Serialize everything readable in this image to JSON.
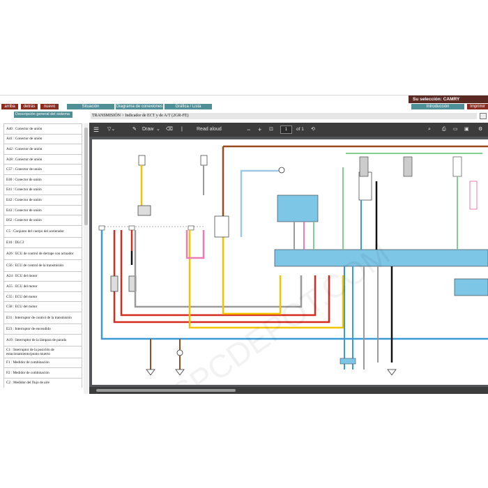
{
  "topbar": {
    "nav_buttons": [
      "arriba",
      "detrás",
      "nuevo"
    ],
    "tabs": [
      "Situación",
      "Diagrama de conexiones",
      "Gráfica / Lista"
    ],
    "selection_label": "Su selección: CAMRY",
    "intro_label": "Introducción",
    "print_label": "Imprimir"
  },
  "left_panel": {
    "header": "Descripción general del sistema",
    "items": [
      "A40 : Conector de unión",
      "A41 : Conector de unión",
      "A42 : Conector de unión",
      "A38 : Conector de unión",
      "C57 : Conector de unión",
      "E40 : Conector de unión",
      "E41 : Conector de unión",
      "E42 : Conector de unión",
      "E43 : Conector de unión",
      "E62 : Conector de unión",
      "C5 : Conjunto del cuerpo del acelerador",
      "E10 : DLC3",
      "A26 : ECU de control de derrape con actuador",
      "C56 : ECU de control de la transmisión",
      "A24 : ECU del motor",
      "A55 : ECU del motor",
      "C55 : ECU del motor",
      "C58 : ECU del motor",
      "E31 : Interruptor de control de la transmisión",
      "E23 : Interruptor de encendido",
      "A19 : Interruptor de la lámpara de parada",
      "C1 : Interruptor de la posición de estacionamiento/punto muerto",
      "F1 : Medidor de combinación",
      "F2 : Medidor de combinación",
      "C2 : Medidor del flujo de aire"
    ]
  },
  "breadcrumb": "TRANSMISIÓN > Indicador de ECT y de A/T (2GR-FE)",
  "pdf_toolbar": {
    "draw_label": "Draw",
    "read_aloud_label": "Read aloud",
    "page_number": "1",
    "page_total": "of 1"
  },
  "colors": {
    "nav_red": "#8b2a1e",
    "tab_teal": "#4f8f98",
    "selection_bg": "#5a2a22",
    "wire_yellow": "#f2c300",
    "wire_red": "#d62a1e",
    "wire_brown": "#9a4a1c",
    "wire_blue": "#3a9bd6",
    "wire_green": "#7fcf8f",
    "wire_pink": "#ef7ab5",
    "wire_gray": "#9a9a9a",
    "wire_black": "#111111",
    "ecu_blue": "#7ec6e6"
  },
  "icons": [
    "menu-icon",
    "filter-icon",
    "draw-icon",
    "eraser-icon",
    "fit-page-icon",
    "rotate-icon",
    "search-icon",
    "print-icon",
    "save-icon",
    "settings-icon"
  ]
}
